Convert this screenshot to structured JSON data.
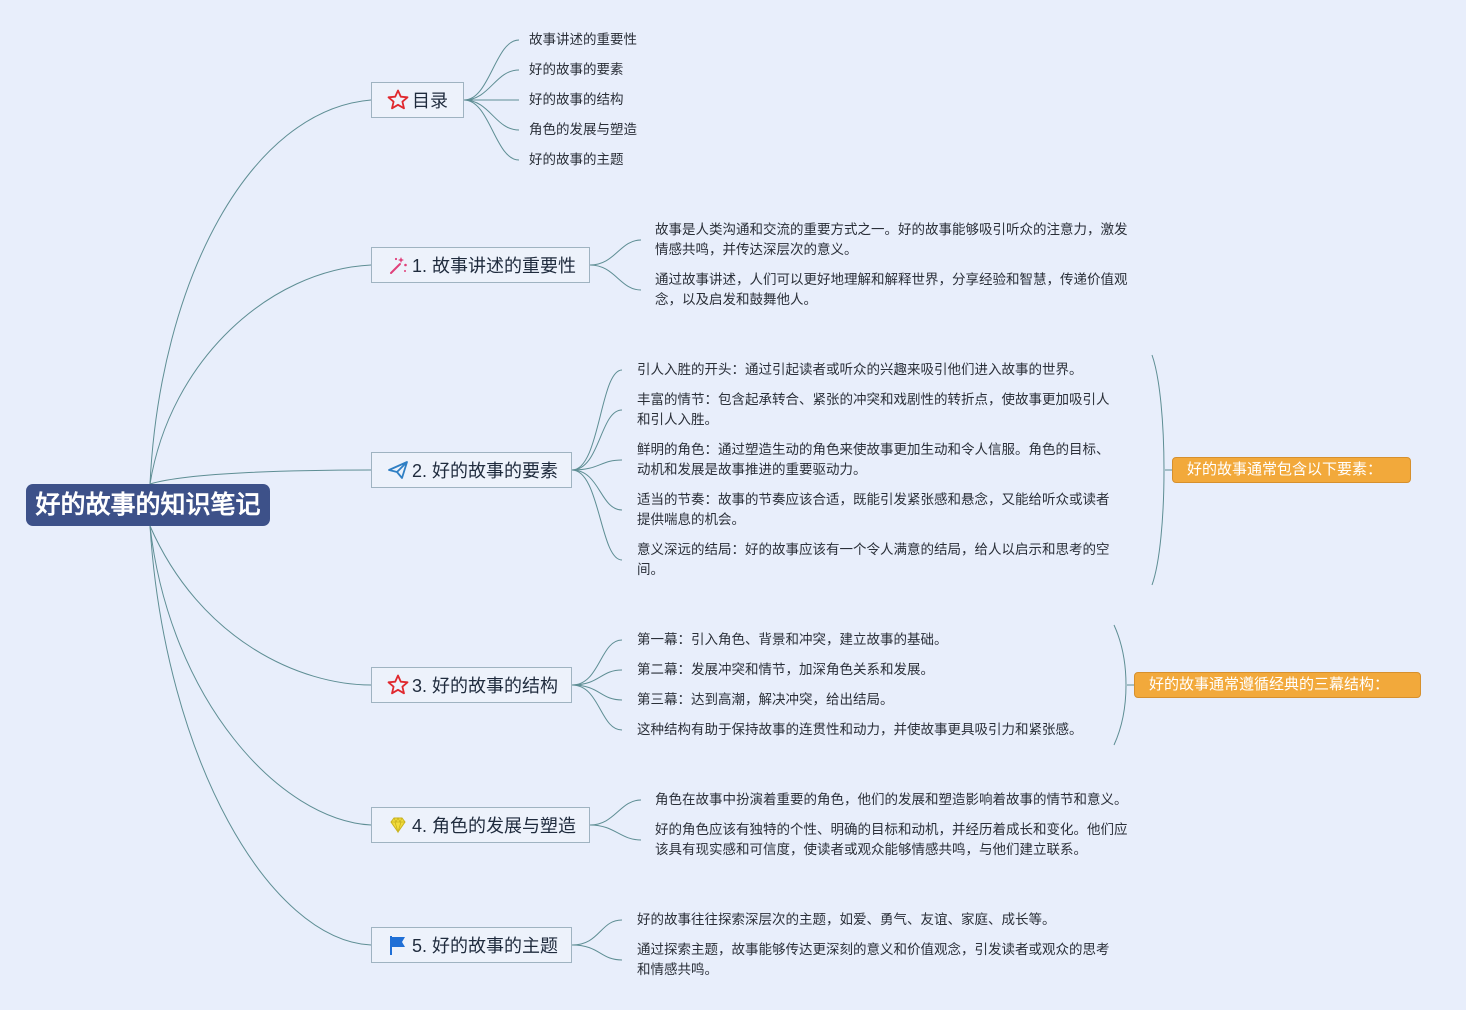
{
  "root": {
    "title": "好的故事的知识笔记"
  },
  "topics": [
    {
      "label": "目录",
      "icon": "star-icon",
      "items": [
        "故事讲述的重要性",
        "好的故事的要素",
        "好的故事的结构",
        "角色的发展与塑造",
        "好的故事的主题"
      ]
    },
    {
      "label": "1. 故事讲述的重要性",
      "icon": "sparkle-icon",
      "items": [
        [
          "故事是人类沟通和交流的重要方式之一。好的故事能够吸引听众的注意力，激发",
          "情感共鸣，并传达深层次的意义。"
        ],
        [
          "通过故事讲述，人们可以更好地理解和解释世界，分享经验和智慧，传递价值观",
          "念，以及启发和鼓舞他人。"
        ]
      ]
    },
    {
      "label": "2. 好的故事的要素",
      "icon": "paper-plane-icon",
      "items": [
        [
          "引人入胜的开头：通过引起读者或听众的兴趣来吸引他们进入故事的世界。"
        ],
        [
          "丰富的情节：包含起承转合、紧张的冲突和戏剧性的转折点，使故事更加吸引人",
          "和引人入胜。"
        ],
        [
          "鲜明的角色：通过塑造生动的角色来使故事更加生动和令人信服。角色的目标、",
          "动机和发展是故事推进的重要驱动力。"
        ],
        [
          "适当的节奏：故事的节奏应该合适，既能引发紧张感和悬念，又能给听众或读者",
          "提供喘息的机会。"
        ],
        [
          "意义深远的结局：好的故事应该有一个令人满意的结局，给人以启示和思考的空",
          "间。"
        ]
      ],
      "note": "好的故事通常包含以下要素："
    },
    {
      "label": "3. 好的故事的结构",
      "icon": "star-icon",
      "items": [
        [
          "第一幕：引入角色、背景和冲突，建立故事的基础。"
        ],
        [
          "第二幕：发展冲突和情节，加深角色关系和发展。"
        ],
        [
          "第三幕：达到高潮，解决冲突，给出结局。"
        ],
        [
          "这种结构有助于保持故事的连贯性和动力，并使故事更具吸引力和紧张感。"
        ]
      ],
      "note": "好的故事通常遵循经典的三幕结构："
    },
    {
      "label": "4. 角色的发展与塑造",
      "icon": "diamond-icon",
      "items": [
        [
          "角色在故事中扮演着重要的角色，他们的发展和塑造影响着故事的情节和意义。"
        ],
        [
          "好的角色应该有独特的个性、明确的目标和动机，并经历着成长和变化。他们应",
          "该具有现实感和可信度，使读者或观众能够情感共鸣，与他们建立联系。"
        ]
      ]
    },
    {
      "label": "5. 好的故事的主题",
      "icon": "flag-icon",
      "items": [
        [
          "好的故事往往探索深层次的主题，如爱、勇气、友谊、家庭、成长等。"
        ],
        [
          "通过探索主题，故事能够传达更深刻的意义和价值观念，引发读者或观众的思考",
          "和情感共鸣。"
        ]
      ]
    }
  ],
  "colors": {
    "background": "#e8eefb",
    "root": "#3d5189",
    "connector": "#5e8e94",
    "note": "#f2a93b",
    "star": "#e0282e",
    "sparkle": "#e0407a",
    "plane": "#2f7fc4",
    "diamond": "#f2dc3c",
    "flag": "#1f6fd6"
  }
}
